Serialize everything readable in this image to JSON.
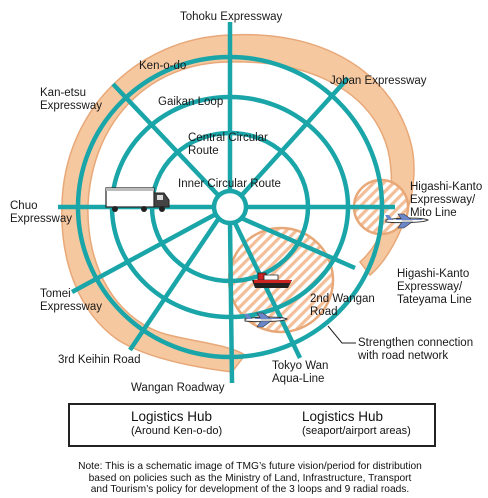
{
  "labels": {
    "tohoku": "Tohoku Expressway",
    "ken_o_do": "Ken-o-do",
    "joban": "Joban Expressway",
    "kan_etsu_1": "Kan-etsu",
    "kan_etsu_2": "Expressway",
    "gaikan": "Gaikan Loop",
    "central_1": "Central Circular",
    "central_2": "Route",
    "inner": "Inner Circular Route",
    "chuo_1": "Chuo",
    "chuo_2": "Expressway",
    "hk_mito_1": "Higashi-Kanto",
    "hk_mito_2": "Expressway/",
    "hk_mito_3": "Mito Line",
    "hk_tate_1": "Higashi-Kanto",
    "hk_tate_2": "Expressway/",
    "hk_tate_3": "Tateyama Line",
    "tomei_1": "Tomei",
    "tomei_2": "Expressway",
    "wangan2_1": "2nd Wangan",
    "wangan2_2": "Road",
    "strengthen_1": "Strengthen connection",
    "strengthen_2": "with road network",
    "keihin3": "3rd Keihin Road",
    "tokyowan_1": "Tokyo Wan",
    "tokyowan_2": "Aqua-Line",
    "wangan_roadway": "Wangan Roadway"
  },
  "legend": {
    "hub_ken_title": "Logistics Hub",
    "hub_ken_sub": "(Around Ken-o-do)",
    "hub_port_title": "Logistics Hub",
    "hub_port_sub": "(seaport/airport areas)"
  },
  "note": {
    "line1": "Note: This is a schematic image of TMG’s future vision/period for distribution",
    "line2": "based on policies such as the Ministry of Land, Infrastructure, Transport",
    "line3": "and Tourism’s policy for development of the 3 loops and 9 radial roads."
  },
  "colors": {
    "road": "#1aa5a8",
    "hub_fill": "#f6c8a0",
    "hub_stroke": "#e8a878",
    "hatch": "#f0b890"
  },
  "icons": [
    "truck-icon",
    "ship-icon",
    "airplane-icon"
  ]
}
